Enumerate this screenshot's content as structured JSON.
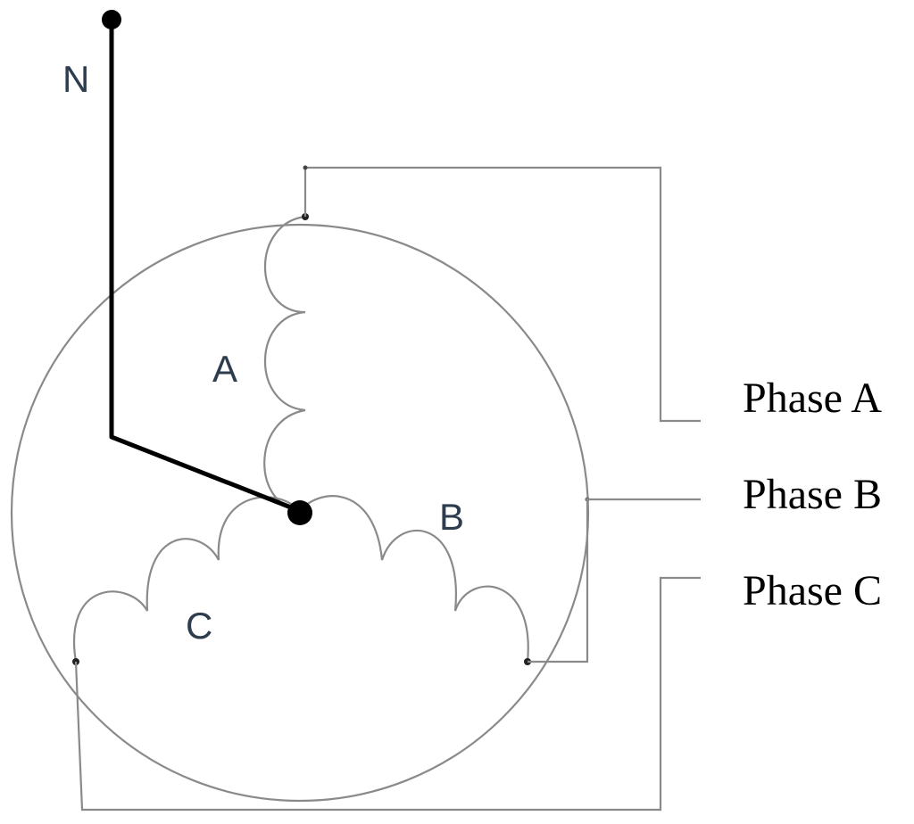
{
  "labels": {
    "neutral": "N",
    "winding_a": "A",
    "winding_b": "B",
    "winding_c": "C",
    "phase_a": "Phase A",
    "phase_b": "Phase B",
    "phase_c": "Phase C"
  },
  "colors": {
    "thin_line": "#8a8a8a",
    "neutral_line": "#000000",
    "winding_text": "#2d3d4d",
    "phase_text": "#000000",
    "background": "#ffffff"
  }
}
